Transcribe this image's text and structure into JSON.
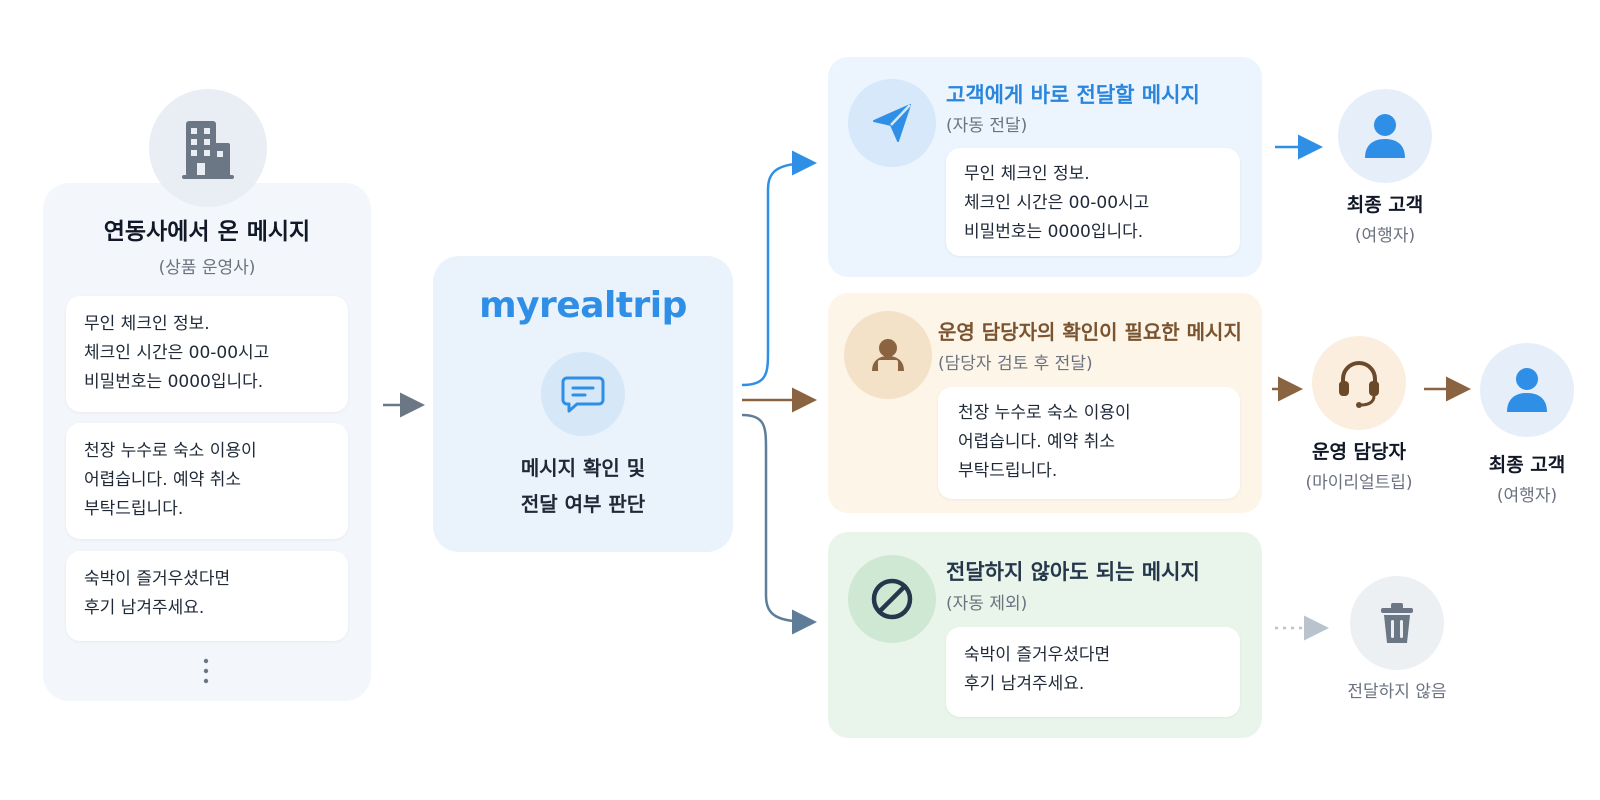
{
  "source": {
    "title": "연동사에서 온 메시지",
    "subtitle": "(상품 운영사)",
    "messages": [
      {
        "lines": [
          "무인 체크인 정보.",
          "체크인 시간은 00-00시고",
          "비밀번호는 0000입니다."
        ]
      },
      {
        "lines": [
          "천장 누수로 숙소 이용이",
          "어렵습니다. 예약 취소",
          "부탁드립니다."
        ]
      },
      {
        "lines": [
          "숙박이 즐거우셨다면",
          "후기 남겨주세요."
        ]
      }
    ],
    "icon": "building-icon",
    "more_icon": "more-vertical-icon"
  },
  "platform": {
    "logo": "myrealtrip",
    "icon": "chat-message-icon",
    "label_line1": "메시지 확인 및",
    "label_line2": "전달 여부 판단"
  },
  "routes": {
    "direct": {
      "title": "고객에게 바로 전달할 메시지",
      "subtitle": "(자동 전달)",
      "icon": "send-icon",
      "message": [
        "무인 체크인 정보.",
        "체크인 시간은 00-00시고",
        "비밀번호는 0000입니다."
      ],
      "recipient_name": "최종 고객",
      "recipient_role": "(여행자)"
    },
    "review": {
      "title": "운영 담당자의 확인이 필요한 메시지",
      "subtitle": "(담당자 검토 후 전달)",
      "icon": "person-review-icon",
      "message": [
        "천장 누수로 숙소 이용이",
        "어렵습니다. 예약 취소",
        "부탁드립니다."
      ],
      "agent_name": "운영 담당자",
      "agent_role": "(마이리얼트립)",
      "recipient_name": "최종 고객",
      "recipient_role": "(여행자)"
    },
    "excluded": {
      "title": "전달하지 않아도 되는 메시지",
      "subtitle": "(자동 제외)",
      "icon": "block-icon",
      "message": [
        "숙박이 즐거우셨다면",
        "후기 남겨주세요."
      ],
      "outcome": "전달하지 않음"
    }
  },
  "colors": {
    "blue": "#2f8fe6",
    "brown": "#8a6440",
    "slate": "#5f7d99",
    "gray_arrow": "#6b7785"
  }
}
